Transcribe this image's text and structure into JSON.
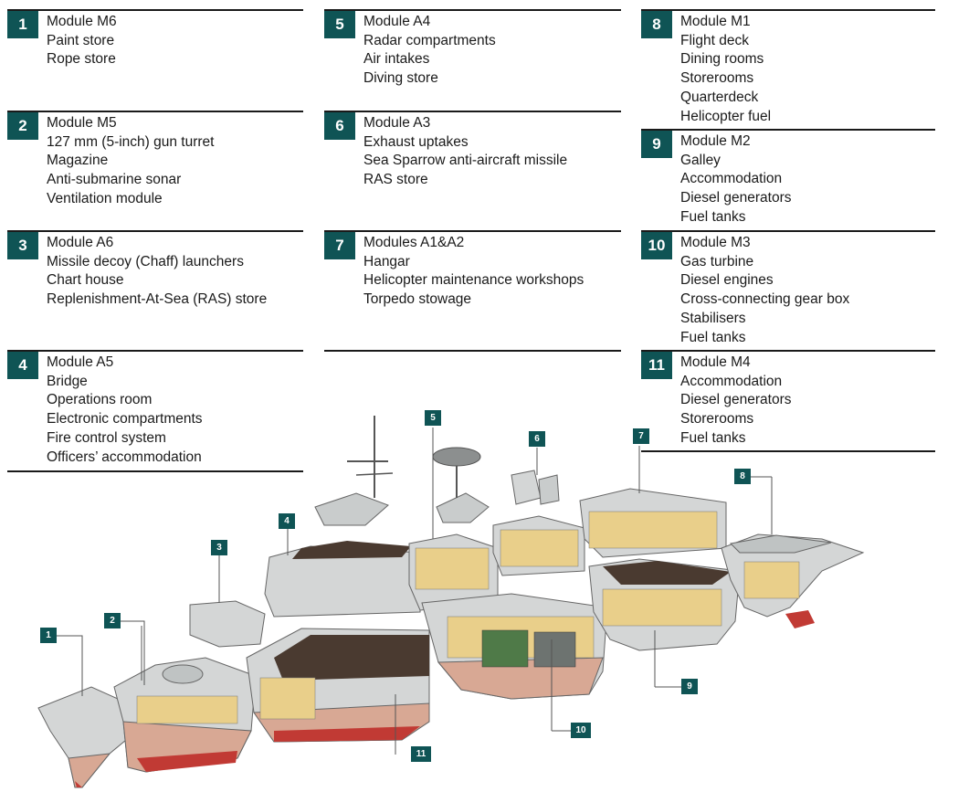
{
  "modules": [
    {
      "number": "1",
      "title": "Module M6",
      "items": [
        "Paint store",
        "Rope store"
      ]
    },
    {
      "number": "2",
      "title": "Module M5",
      "items": [
        "127 mm (5-inch) gun turret",
        "Magazine",
        "Anti-submarine sonar",
        "Ventilation module"
      ]
    },
    {
      "number": "3",
      "title": "Module A6",
      "items": [
        "Missile decoy (Chaff) launchers",
        "Chart house",
        "Replenishment-At-Sea (RAS) store"
      ]
    },
    {
      "number": "4",
      "title": "Module A5",
      "items": [
        "Bridge",
        "Operations room",
        "Electronic compartments",
        "Fire control system",
        "Officers’ accommodation"
      ]
    },
    {
      "number": "5",
      "title": "Module A4",
      "items": [
        "Radar compartments",
        "Air intakes",
        "Diving store"
      ]
    },
    {
      "number": "6",
      "title": "Module A3",
      "items": [
        "Exhaust uptakes",
        "Sea Sparrow anti-aircraft missile",
        "RAS store"
      ]
    },
    {
      "number": "7",
      "title": "Modules A1&A2",
      "items": [
        "Hangar",
        "Helicopter maintenance workshops",
        "Torpedo stowage"
      ]
    },
    {
      "number": "8",
      "title": "Module M1",
      "items": [
        "Flight deck",
        "Dining rooms",
        "Storerooms",
        "Quarterdeck",
        "Helicopter fuel"
      ]
    },
    {
      "number": "9",
      "title": "Module M2",
      "items": [
        "Galley",
        "Accommodation",
        "Diesel generators",
        "Fuel tanks"
      ]
    },
    {
      "number": "10",
      "title": "Module M3",
      "items": [
        "Gas turbine",
        "Diesel engines",
        "Cross-connecting gear box",
        "Stabilisers",
        "Fuel tanks"
      ]
    },
    {
      "number": "11",
      "title": "Module M4",
      "items": [
        "Accommodation",
        "Diesel generators",
        "Storerooms",
        "Fuel tanks"
      ]
    }
  ],
  "callouts": [
    "1",
    "2",
    "3",
    "4",
    "5",
    "6",
    "7",
    "8",
    "9",
    "10",
    "11"
  ],
  "colors": {
    "badge": "#0f5455",
    "hull_grey": "#d4d6d6",
    "hull_pink": "#d8a894",
    "keel_red": "#c13a34",
    "deck_brown": "#4a3a30",
    "interior": "#e9cf8a",
    "machinery": "#4f7a48"
  }
}
